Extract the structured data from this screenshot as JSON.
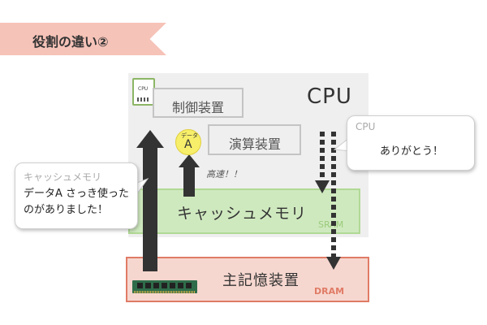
{
  "slide": {
    "title": "役割の違い②"
  },
  "cpu": {
    "label": "CPU",
    "chip_text": "CPU",
    "control_unit": "制御装置",
    "alu": "演算装置"
  },
  "cache": {
    "label": "キャッシュメモリ",
    "type": "SRAM",
    "speed_note": "高速！！"
  },
  "main_memory": {
    "label": "主記憶装置",
    "type": "DRAM"
  },
  "data_badge": {
    "small": "データ",
    "big": "A"
  },
  "bubbles": {
    "cpu": {
      "name": "CPU",
      "message": "ありがとう！"
    },
    "cache": {
      "name": "キャッシュメモリ",
      "line1": "データA さっき使った",
      "line2": "のがありました！"
    }
  },
  "colors": {
    "banner": "#f6c3b8",
    "cache_fill": "#cfe9bf",
    "dram_border": "#e07b66",
    "arrow": "#333333"
  }
}
